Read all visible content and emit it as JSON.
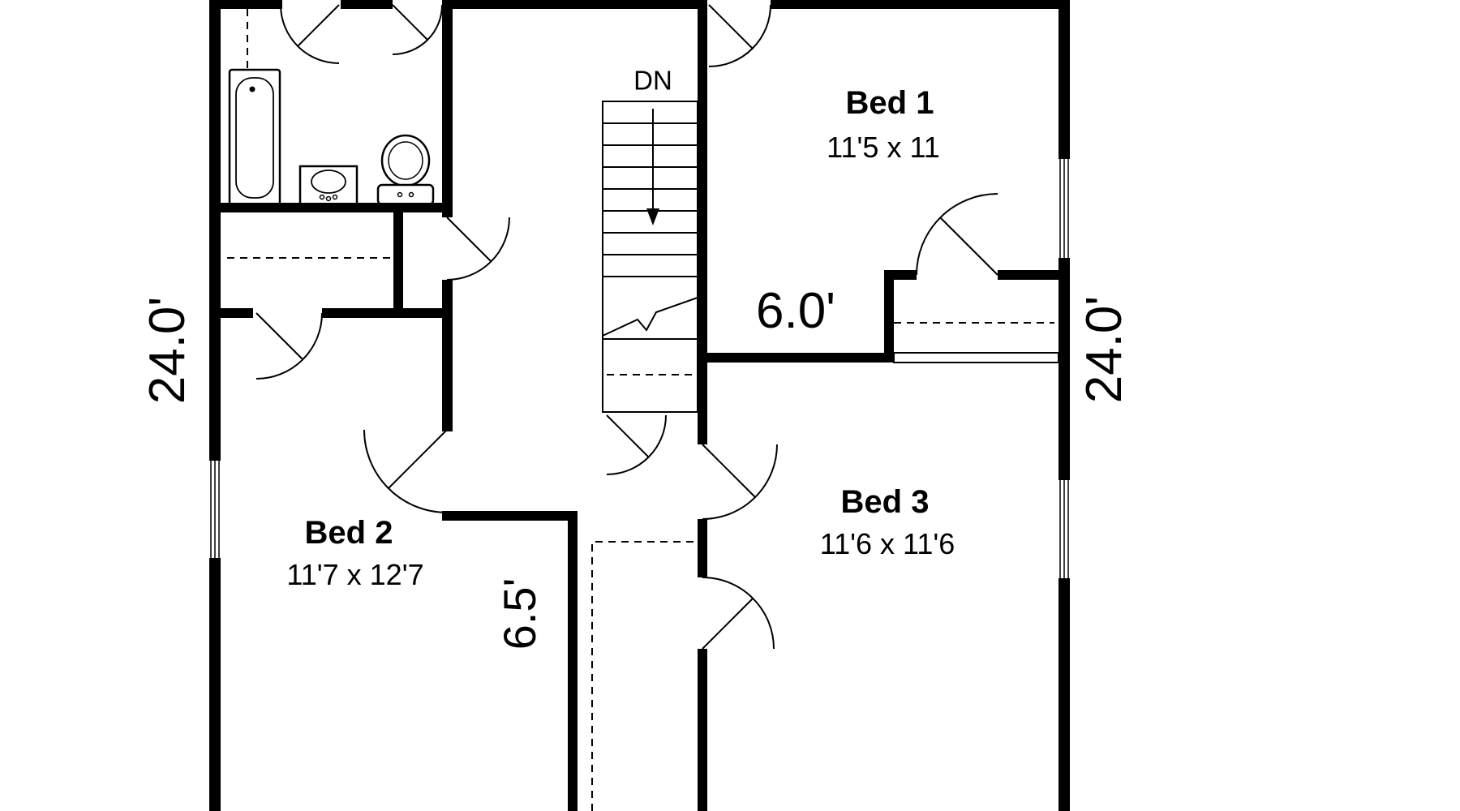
{
  "colors": {
    "wall": "#000000",
    "background": "#ffffff"
  },
  "stairs": {
    "label": "DN"
  },
  "rooms": {
    "bed1": {
      "name": "Bed 1",
      "dimensions": "11'5 x 11"
    },
    "bed2": {
      "name": "Bed 2",
      "dimensions": "11'7 x 12'7"
    },
    "bed3": {
      "name": "Bed 3",
      "dimensions": "11'6 x 11'6"
    }
  },
  "dimensions": {
    "left_wall": "24.0'",
    "right_wall": "24.0'",
    "hallway": "6.0'",
    "lower_hallway": "6.5'"
  }
}
